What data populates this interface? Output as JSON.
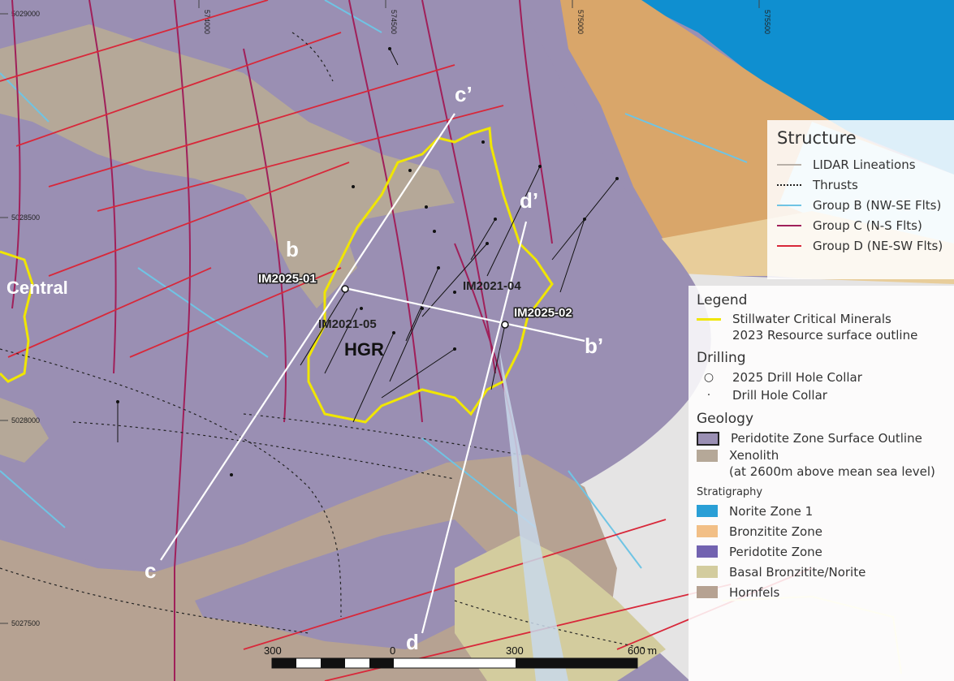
{
  "grid": {
    "eastings": [
      "574000",
      "574500",
      "575000",
      "575500"
    ],
    "northings": [
      "5029000",
      "5028500",
      "5028000",
      "5027500"
    ]
  },
  "labels": {
    "central": "Central",
    "hgr": "HGR",
    "b": "b",
    "b_prime": "b’",
    "c": "c",
    "c_prime": "c’",
    "d": "d",
    "d_prime": "d’"
  },
  "collars_2025": [
    {
      "id": "IM2025-01"
    },
    {
      "id": "IM2025-02"
    }
  ],
  "named_holes": [
    {
      "id": "IM2021-04"
    },
    {
      "id": "IM2021-05"
    }
  ],
  "scale_bar": {
    "left": "300",
    "zero": "0",
    "mid": "300",
    "right": "600 m"
  },
  "structure_legend": {
    "title": "Structure",
    "items": [
      {
        "label": "LIDAR Lineations",
        "color": "#b8b0a8"
      },
      {
        "label": "Thrusts",
        "color": "#222222"
      },
      {
        "label": "Group B (NW-SE Flts)",
        "color": "#6fc4e4"
      },
      {
        "label": "Group C (N-S Flts)",
        "color": "#a0205a"
      },
      {
        "label": "Group D (NE-SW Flts)",
        "color": "#d8283a"
      }
    ]
  },
  "main_legend": {
    "title": "Legend",
    "resource_outline": {
      "line1": "Stillwater Critical Minerals",
      "line2": "2023 Resource surface outline",
      "color": "#f0e600"
    },
    "drilling": {
      "title": "Drilling",
      "collar_2025": "2025 Drill Hole Collar",
      "collar": "Drill Hole Collar"
    },
    "geology": {
      "title": "Geology",
      "peridotite_outline": {
        "label": "Peridotite Zone Surface Outline",
        "color": "#9a8fb3"
      },
      "xenolith": {
        "line1": "Xenolith",
        "line2": "(at 2600m above mean sea level)",
        "color": "#b5a898"
      }
    },
    "stratigraphy": {
      "title": "Stratigraphy",
      "items": [
        {
          "label": "Norite Zone 1",
          "color": "#2a9fd6"
        },
        {
          "label": "Bronzitite Zone",
          "color": "#f2bf86"
        },
        {
          "label": "Peridotite Zone",
          "color": "#7262b0"
        },
        {
          "label": "Basal Bronzitite/Norite",
          "color": "#d3cc9e"
        },
        {
          "label": "Hornfels",
          "color": "#b6a292"
        }
      ]
    }
  }
}
